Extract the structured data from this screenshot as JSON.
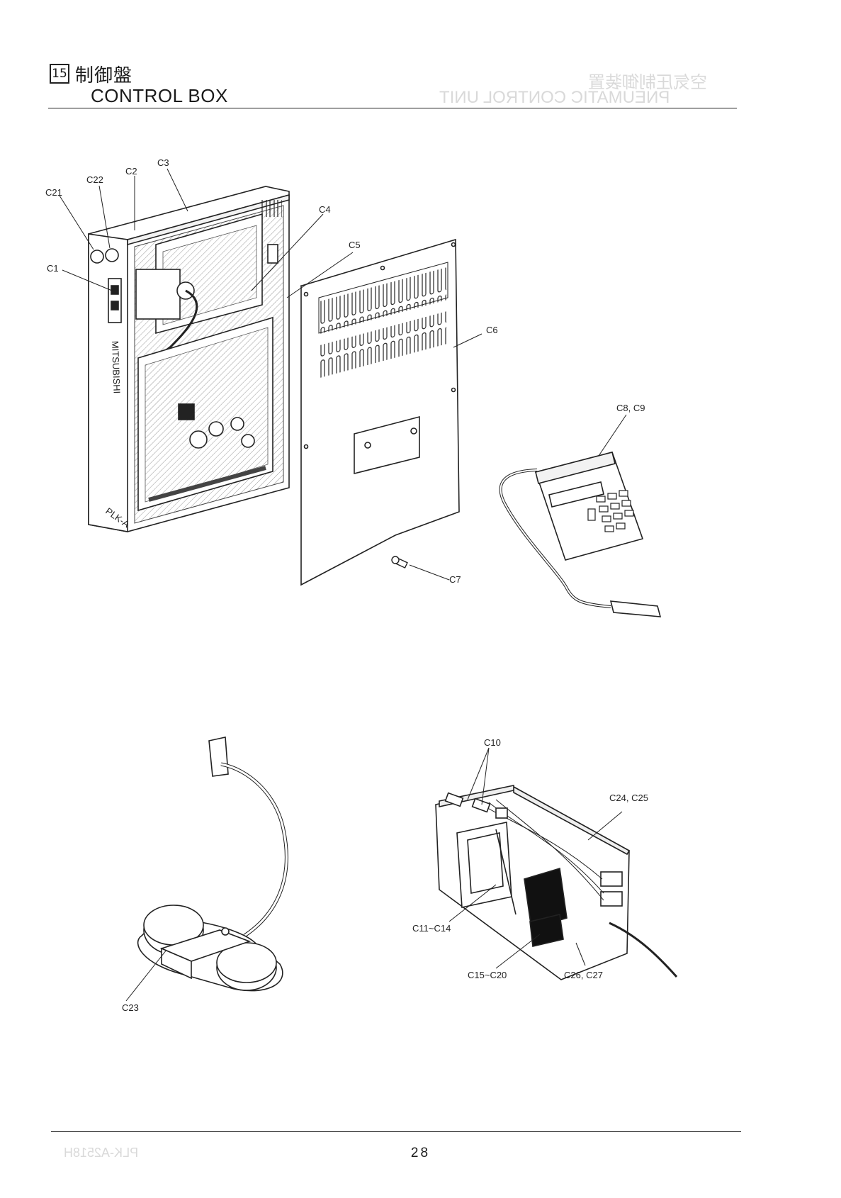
{
  "header": {
    "section_number": "15",
    "title_jp": "制御盤",
    "title_en": "CONTROL BOX"
  },
  "parts": {
    "c1": "C1",
    "c2": "C2",
    "c3": "C3",
    "c4": "C4",
    "c5": "C5",
    "c6": "C6",
    "c7": "C7",
    "c8_c9": "C8, C9",
    "c10": "C10",
    "c11_c14": "C11~C14",
    "c15_c20": "C15~C20",
    "c21": "C21",
    "c22": "C22",
    "c23": "C23",
    "c24_c25": "C24, C25",
    "c26_c27": "C26, C27"
  },
  "box_marks": {
    "brand": "MITSUBISHI",
    "model": "PLK-A"
  },
  "footer": {
    "page_number": "28"
  },
  "ghost_text": {
    "title": "PNEUMATIC CONTROL UNIT",
    "heading": "空気圧制御装置",
    "footer": "PLK-A2518H"
  }
}
